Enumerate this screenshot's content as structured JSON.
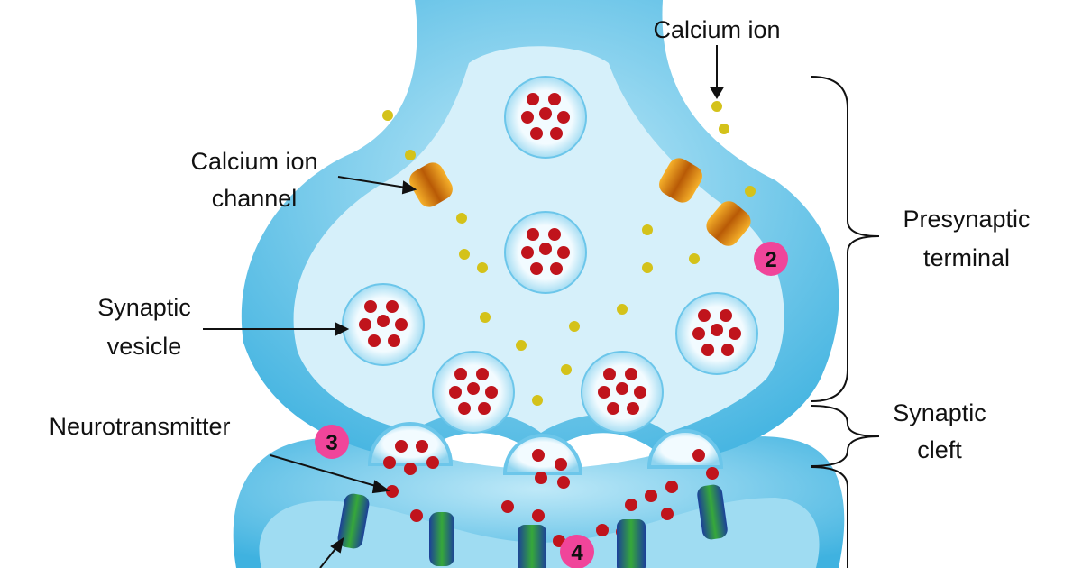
{
  "title": "Chemical synapse diagram",
  "labels": {
    "calcium_ion": "Calcium ion",
    "calcium_channel_1": "Calcium ion",
    "calcium_channel_2": "channel",
    "presynaptic_1": "Presynaptic",
    "presynaptic_2": "terminal",
    "vesicle_1": "Synaptic",
    "vesicle_2": "vesicle",
    "cleft_1": "Synaptic",
    "cleft_2": "cleft",
    "neurotransmitter": "Neurotransmitter"
  },
  "badges": [
    "2",
    "3",
    "4"
  ],
  "colors": {
    "membrane": "#5cc3e8",
    "cytoplasm": "#d6f0fa",
    "neurotransmitter": "#c0141c",
    "calcium": "#d4c21a",
    "channel": "#e8800c",
    "receptor": "#2a8a2a",
    "badge": "#f0459a"
  }
}
